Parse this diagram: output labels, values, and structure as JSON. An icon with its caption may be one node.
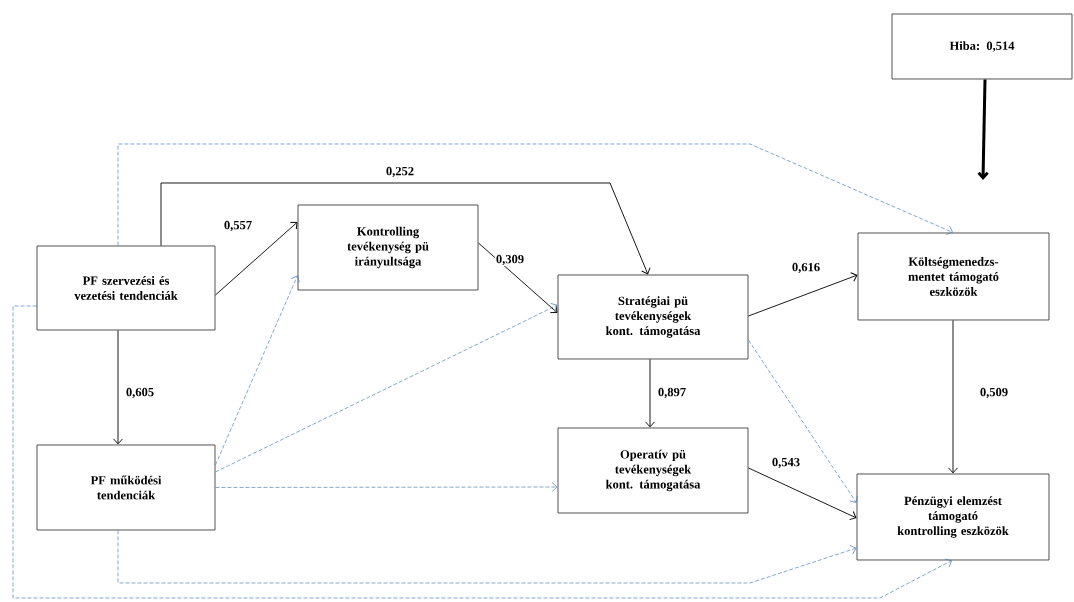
{
  "diagram": {
    "nodes": [
      {
        "text": [
          "Hiba: 0,514"
        ]
      },
      {
        "text": [
          "PF szervezési és vezetési tendenciák"
        ]
      },
      {
        "text": [
          "Kontrolling tevékenység pü irányultsága"
        ]
      },
      {
        "text": [
          "Stratégiai pü tevékenységek kont. támogatása"
        ]
      },
      {
        "text": [
          "Költségmenedzs-mentet támogató eszközök"
        ]
      },
      {
        "text": [
          "PF működési tendenciák"
        ]
      },
      {
        "text": [
          "Operatív pü tevékenységek kont. támogatása"
        ]
      },
      {
        "text": [
          "Pénzügyi elemzést támogató kontrolling eszközök"
        ]
      }
    ],
    "edges": [
      {
        "from": 0,
        "to": null,
        "arrow": "to",
        "style": "thick"
      },
      {
        "from": 1,
        "to": 2,
        "arrow": "to",
        "label": "0,557"
      },
      {
        "from": 1,
        "to": 3,
        "arrow": "to",
        "label": "0,252"
      },
      {
        "from": 1,
        "to": 5,
        "arrow": "to",
        "label": "0,605"
      },
      {
        "from": 2,
        "to": 3,
        "arrow": "to",
        "label": "0,309"
      },
      {
        "from": 3,
        "to": 4,
        "arrow": "to",
        "label": "0,616"
      },
      {
        "from": 3,
        "to": 6,
        "arrow": "to",
        "label": "0,897"
      },
      {
        "from": 4,
        "to": 7,
        "arrow": "to",
        "label": "0,509"
      },
      {
        "from": 6,
        "to": 7,
        "arrow": "to",
        "label": "0,543"
      },
      {
        "from": 1,
        "to": 4,
        "arrow": "to",
        "style": "dashed",
        "color": "#4f81bd"
      },
      {
        "from": 1,
        "to": 7,
        "arrow": "to",
        "style": "dashed",
        "color": "#4f81bd"
      },
      {
        "from": 5,
        "to": 2,
        "arrow": "to",
        "style": "dashed",
        "color": "#4f81bd"
      },
      {
        "from": 5,
        "to": 3,
        "arrow": "to",
        "style": "dashed",
        "color": "#4f81bd"
      },
      {
        "from": 5,
        "to": 6,
        "arrow": "to",
        "style": "dashed",
        "color": "#4f81bd"
      },
      {
        "from": 5,
        "to": 7,
        "arrow": "to",
        "style": "dashed",
        "color": "#4f81bd"
      },
      {
        "from": 3,
        "to": 7,
        "arrow": "to",
        "style": "dashed",
        "color": "#4f81bd"
      }
    ]
  }
}
